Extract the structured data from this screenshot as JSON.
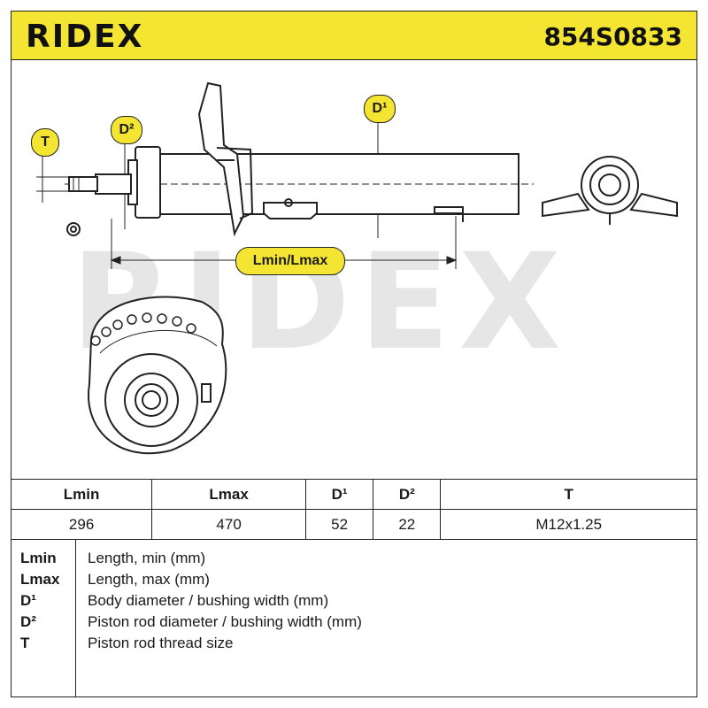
{
  "header": {
    "brand": "RIDEX",
    "part_number": "854S0833"
  },
  "drawing": {
    "watermark": "RIDEX",
    "labels": {
      "t": "T",
      "d2": "D²",
      "d1": "D¹",
      "length": "Lmin/Lmax"
    }
  },
  "specs": {
    "headers": [
      "Lmin",
      "Lmax",
      "D¹",
      "D²",
      "T"
    ],
    "values": [
      "296",
      "470",
      "52",
      "22",
      "M12x1.25"
    ]
  },
  "legend": [
    {
      "key": "Lmin",
      "desc": "Length, min (mm)"
    },
    {
      "key": "Lmax",
      "desc": "Length, max (mm)"
    },
    {
      "key": "D¹",
      "desc": "Body diameter / bushing width (mm)"
    },
    {
      "key": "D²",
      "desc": "Piston rod diameter / bushing width (mm)"
    },
    {
      "key": "T",
      "desc": "Piston rod thread size"
    }
  ],
  "colors": {
    "accent": "#f5e533",
    "line": "#222222",
    "watermark": "#e6e6e6"
  }
}
